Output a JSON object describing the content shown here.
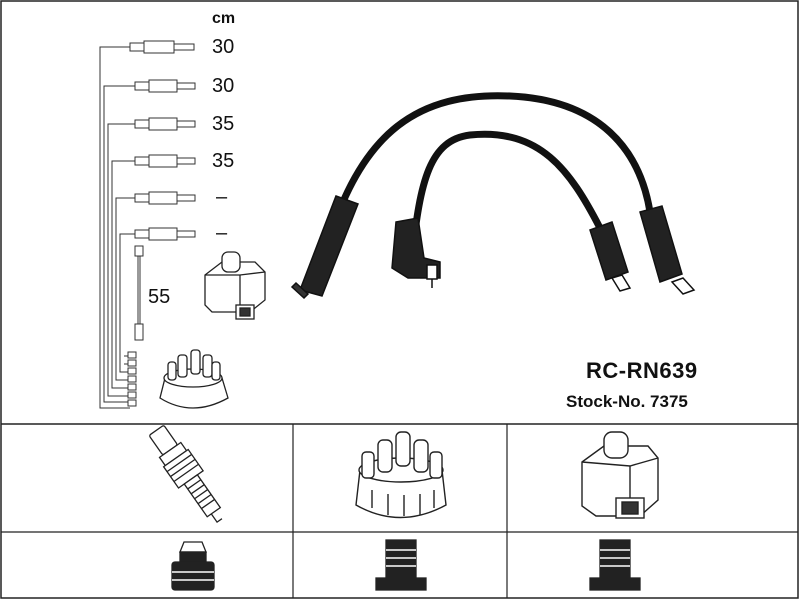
{
  "diagram": {
    "unit_label": "cm",
    "lengths": [
      "30",
      "30",
      "35",
      "35",
      "–",
      "–"
    ],
    "coil_wire_length": "55",
    "part_number": "RC-RN639",
    "stock_number": "Stock-No. 7375"
  }
}
